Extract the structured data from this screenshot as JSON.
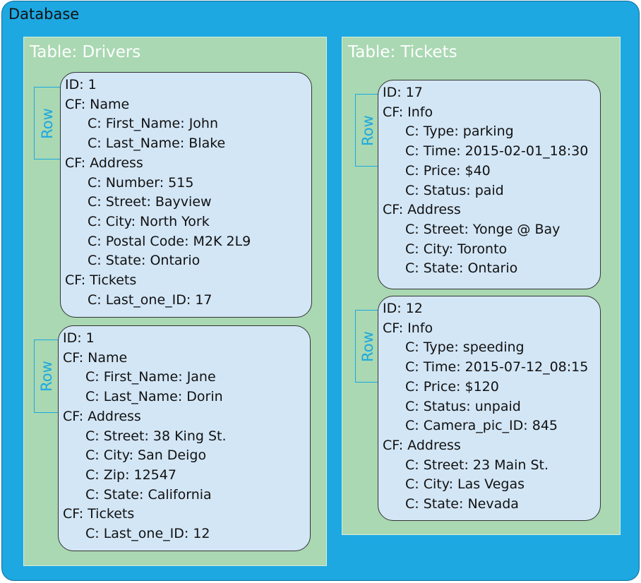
{
  "database": {
    "title": "Database"
  },
  "tables": [
    {
      "title": "Table: Drivers",
      "rows": [
        {
          "tag": "Row",
          "lines": [
            {
              "kind": "id",
              "text": "ID: 1"
            },
            {
              "kind": "cf",
              "text": "CF: Name"
            },
            {
              "kind": "c",
              "text": "C: First_Name: John"
            },
            {
              "kind": "c",
              "text": "C: Last_Name: Blake"
            },
            {
              "kind": "cf",
              "text": "CF: Address"
            },
            {
              "kind": "c",
              "text": "C: Number: 515"
            },
            {
              "kind": "c",
              "text": "C: Street: Bayview"
            },
            {
              "kind": "c",
              "text": "C: City: North York"
            },
            {
              "kind": "c",
              "text": "C: Postal Code: M2K 2L9"
            },
            {
              "kind": "c",
              "text": "C: State: Ontario"
            },
            {
              "kind": "cf",
              "text": "CF: Tickets"
            },
            {
              "kind": "c",
              "text": "C: Last_one_ID: 17"
            }
          ]
        },
        {
          "tag": "Row",
          "lines": [
            {
              "kind": "id",
              "text": "ID: 1"
            },
            {
              "kind": "cf",
              "text": "CF: Name"
            },
            {
              "kind": "c",
              "text": "C: First_Name: Jane"
            },
            {
              "kind": "c",
              "text": "C: Last_Name: Dorin"
            },
            {
              "kind": "cf",
              "text": "CF: Address"
            },
            {
              "kind": "c",
              "text": "C: Street: 38 King St."
            },
            {
              "kind": "c",
              "text": "C: City: San Deigo"
            },
            {
              "kind": "c",
              "text": "C: Zip: 12547"
            },
            {
              "kind": "c",
              "text": "C: State: California"
            },
            {
              "kind": "cf",
              "text": "CF: Tickets"
            },
            {
              "kind": "c",
              "text": "C: Last_one_ID: 12"
            }
          ]
        }
      ]
    },
    {
      "title": "Table: Tickets",
      "rows": [
        {
          "tag": "Row",
          "lines": [
            {
              "kind": "id",
              "text": "ID: 17"
            },
            {
              "kind": "cf",
              "text": "CF: Info"
            },
            {
              "kind": "c",
              "text": "C: Type: parking"
            },
            {
              "kind": "c",
              "text": "C: Time: 2015-02-01_18:30"
            },
            {
              "kind": "c",
              "text": "C: Price: $40"
            },
            {
              "kind": "c",
              "text": "C: Status: paid"
            },
            {
              "kind": "cf",
              "text": "CF: Address"
            },
            {
              "kind": "c",
              "text": "C: Street: Yonge @ Bay"
            },
            {
              "kind": "c",
              "text": "C: City: Toronto"
            },
            {
              "kind": "c",
              "text": "C: State: Ontario"
            }
          ]
        },
        {
          "tag": "Row",
          "lines": [
            {
              "kind": "id",
              "text": "ID: 12"
            },
            {
              "kind": "cf",
              "text": "CF: Info"
            },
            {
              "kind": "c",
              "text": "C: Type: speeding"
            },
            {
              "kind": "c",
              "text": "C: Time: 2015-07-12_08:15"
            },
            {
              "kind": "c",
              "text": "C: Price: $120"
            },
            {
              "kind": "c",
              "text": "C: Status: unpaid"
            },
            {
              "kind": "c",
              "text": "C: Camera_pic_ID: 845"
            },
            {
              "kind": "cf",
              "text": "CF: Address"
            },
            {
              "kind": "c",
              "text": "C: Street: 23 Main St."
            },
            {
              "kind": "c",
              "text": "C: City: Las Vegas"
            },
            {
              "kind": "c",
              "text": "C: State: Nevada"
            }
          ]
        }
      ]
    }
  ]
}
